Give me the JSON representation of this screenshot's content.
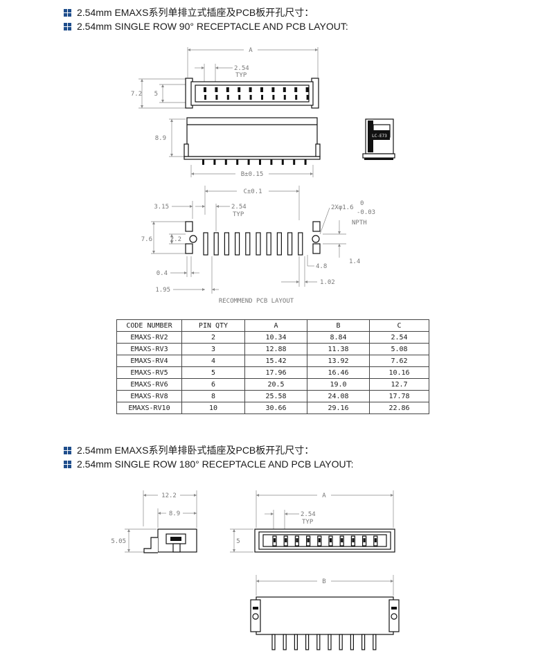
{
  "section1": {
    "title_cn": "2.54mm EMAXS系列单排立式插座及PCB板开孔尺寸：",
    "title_en": "2.54mm SINGLE ROW 90° RECEPTACLE AND PCB LAYOUT:"
  },
  "section2": {
    "title_cn": "2.54mm EMAXS系列单排卧式插座及PCB板开孔尺寸：",
    "title_en": "2.54mm SINGLE ROW 180° RECEPTACLE AND PCB LAYOUT:"
  },
  "drawing90": {
    "dim_a": "A",
    "dim_pitch": "2.54",
    "dim_typ": "TYP",
    "dim_7_2": "7.2",
    "dim_5": "5",
    "dim_8_9": "8.9",
    "dim_b": "B±0.15",
    "side_label": "LC-E73"
  },
  "pcb_layout": {
    "dim_c": "C±0.1",
    "dim_3_15": "3.15",
    "dim_pitch": "2.54",
    "dim_typ": "TYP",
    "hole_note": "2Xφ1.6",
    "tol_upper": "0",
    "tol_lower": "-0.03",
    "npth": "NPTH",
    "dim_7_6": "7.6",
    "dim_2_2": "2.2",
    "dim_1_4": "1.4",
    "dim_4_8": "4.8",
    "dim_0_4": "0.4",
    "dim_1_02": "1.02",
    "dim_1_95": "1.95",
    "caption": "RECOMMEND PCB LAYOUT"
  },
  "table": {
    "headers": [
      "CODE NUMBER",
      "PIN QTY",
      "A",
      "B",
      "C"
    ],
    "rows": [
      [
        "EMAXS-RV2",
        "2",
        "10.34",
        "8.84",
        "2.54"
      ],
      [
        "EMAXS-RV3",
        "3",
        "12.88",
        "11.38",
        "5.08"
      ],
      [
        "EMAXS-RV4",
        "4",
        "15.42",
        "13.92",
        "7.62"
      ],
      [
        "EMAXS-RV5",
        "5",
        "17.96",
        "16.46",
        "10.16"
      ],
      [
        "EMAXS-RV6",
        "6",
        "20.5",
        "19.0",
        "12.7"
      ],
      [
        "EMAXS-RV8",
        "8",
        "25.58",
        "24.08",
        "17.78"
      ],
      [
        "EMAXS-RV10",
        "10",
        "30.66",
        "29.16",
        "22.86"
      ]
    ]
  },
  "drawing180": {
    "dim_12_2": "12.2",
    "dim_8_9": "8.9",
    "dim_5_05": "5.05",
    "dim_a": "A",
    "dim_pitch": "2.54",
    "dim_typ": "TYP",
    "dim_5": "5",
    "dim_b": "B"
  }
}
